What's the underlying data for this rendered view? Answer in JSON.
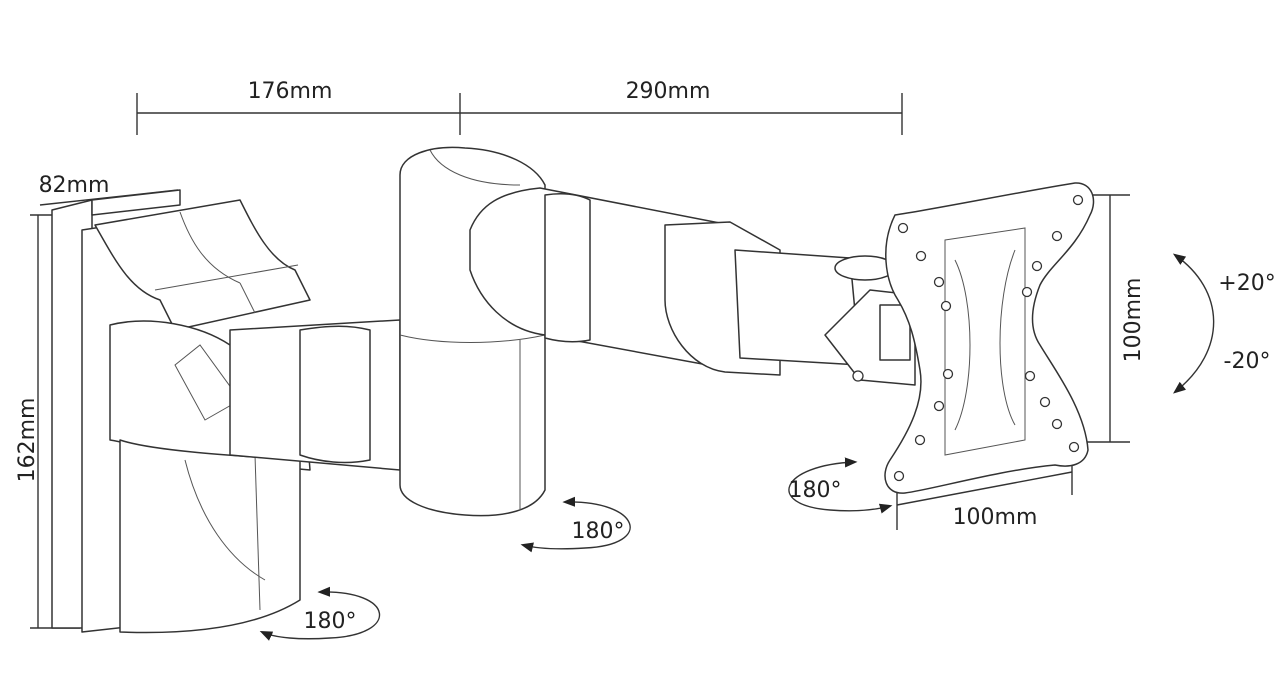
{
  "dimensions": {
    "arm_inner": "176mm",
    "arm_outer": "290mm",
    "wall_depth": "82mm",
    "wall_height": "162mm",
    "vesa_vertical": "100mm",
    "vesa_horizontal": "100mm"
  },
  "rotations": {
    "wall_swivel": "180°",
    "elbow_swivel": "180°",
    "head_swivel": "180°",
    "tilt_up": "+20°",
    "tilt_down": "-20°"
  },
  "colors": {
    "line": "#333333",
    "background": "#ffffff"
  }
}
